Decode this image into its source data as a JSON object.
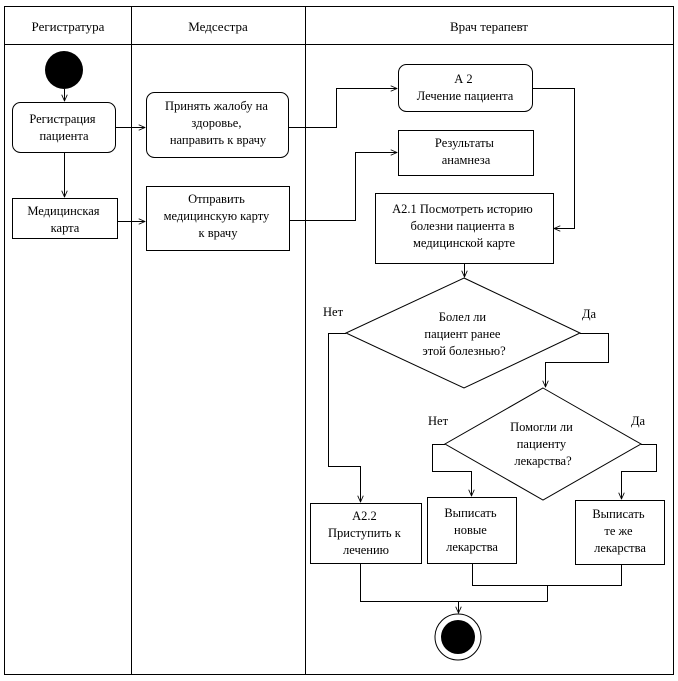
{
  "lanes": {
    "registry": "Регистратура",
    "nurse": "Медсестра",
    "doctor": "Врач терапевт"
  },
  "nodes": {
    "patient_registration": [
      "Регистрация",
      "пациента"
    ],
    "medical_card": [
      "Медицинская",
      "карта"
    ],
    "accept_complaint": [
      "Принять жалобу на",
      "здоровье,",
      "направить к врачу"
    ],
    "send_card": [
      "Отправить",
      "медицинскую карту",
      "к врачу"
    ],
    "a2_treatment": [
      "А 2",
      "Лечение пациента"
    ],
    "anamnesis_results": [
      "Результаты",
      "анамнеза"
    ],
    "a21_view_history": [
      "А2.1 Посмотреть историю",
      "болезни пациента в",
      "медицинской карте"
    ],
    "decision_was_ill": [
      "Болел ли",
      "пациент ранее",
      "этой болезнью?"
    ],
    "decision_drugs_helped": [
      "Помогли ли",
      "пациенту",
      "лекарства?"
    ],
    "a22_start_treatment": [
      "А2.2",
      "Приступить к",
      "лечению"
    ],
    "prescribe_new": [
      "Выписать",
      "новые",
      "лекарства"
    ],
    "prescribe_same": [
      "Выписать",
      "те же",
      "лекарства"
    ]
  },
  "edge_labels": {
    "was_ill_no": "Нет",
    "was_ill_yes": "Да",
    "helped_no": "Нет",
    "helped_yes": "Да"
  }
}
